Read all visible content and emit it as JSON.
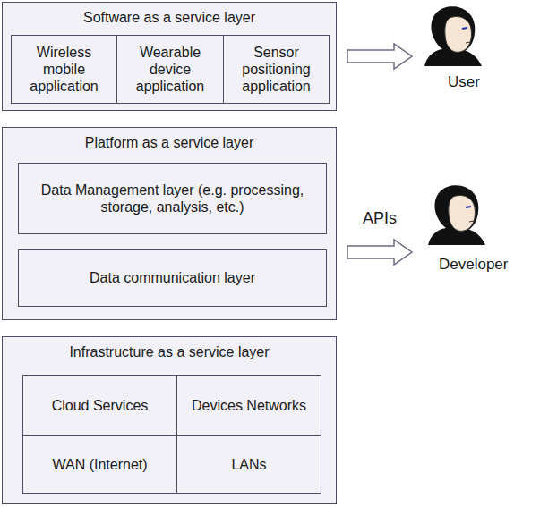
{
  "diagram": {
    "nodes": [
      {
        "text": [
          "Software as a service layer"
        ]
      },
      {
        "text": [
          "Wireless mobile application"
        ],
        "in": 0
      },
      {
        "text": [
          "Wearable device application"
        ],
        "in": 0
      },
      {
        "text": [
          "Sensor positioning application"
        ],
        "in": 0
      },
      {
        "text": [
          "User"
        ]
      },
      {
        "text": [
          "Platform as a service layer"
        ]
      },
      {
        "text": [
          "Data Management layer (e.g. processing, storage, analysis, etc.)"
        ],
        "in": 5
      },
      {
        "text": [
          "Data communication layer"
        ],
        "in": 5
      },
      {
        "text": [
          "Developer"
        ]
      },
      {
        "text": [
          "Infrastructure as a service layer"
        ]
      },
      {
        "text": [
          "Cloud Services"
        ],
        "in": 9
      },
      {
        "text": [
          "Devices Networks"
        ],
        "in": 9
      },
      {
        "text": [
          "WAN (Internet)"
        ],
        "in": 9
      },
      {
        "text": [
          "LANs"
        ],
        "in": 9
      }
    ],
    "edges": [
      {
        "from": 0,
        "to": 4,
        "arrow": "to"
      },
      {
        "from": 5,
        "to": 8,
        "label": "APIs",
        "arrow": "to"
      }
    ]
  }
}
